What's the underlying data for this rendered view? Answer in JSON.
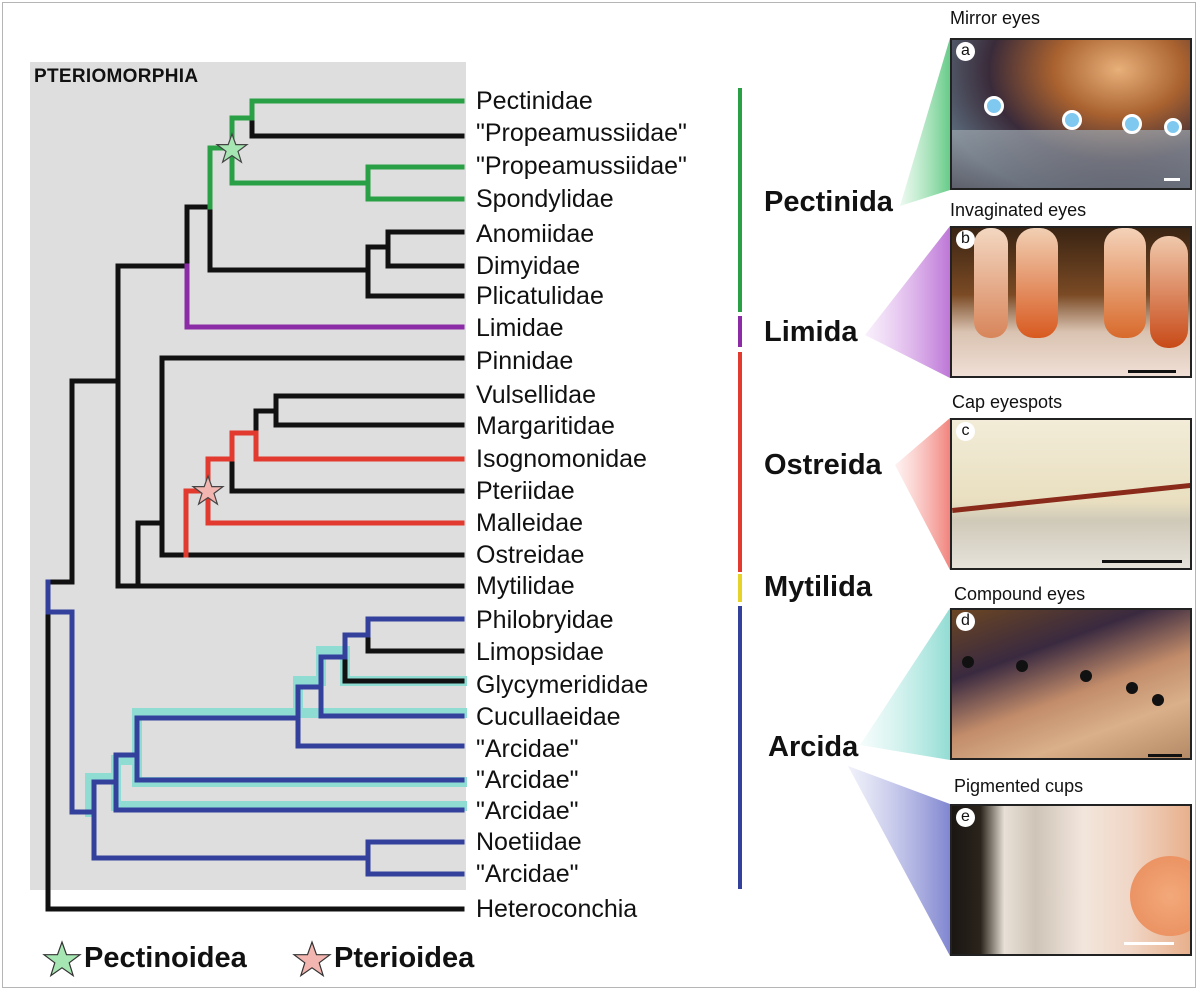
{
  "clade_title": "PTERIOMORPHIA",
  "taxa": [
    "Pectinidae",
    "\"Propeamussiidae\"",
    "\"Propeamussiidae\"",
    "Spondylidae",
    "Anomiidae",
    "Dimyidae",
    "Plicatulidae",
    "Limidae",
    "Pinnidae",
    "Vulsellidae",
    "Margaritidae",
    "Isognomonidae",
    "Pteriidae",
    "Malleidae",
    "Ostreidae",
    "Mytilidae",
    "Philobryidae",
    "Limopsidae",
    "Glycymerididae",
    "Cucullaeidae",
    "\"Arcidae\"",
    "\"Arcidae\"",
    "\"Arcidae\"",
    "Noetiidae",
    "\"Arcidae\"",
    "Heteroconchia"
  ],
  "orders": [
    {
      "name": "Pectinida",
      "color": "#2aa046"
    },
    {
      "name": "Limida",
      "color": "#8b2ca6"
    },
    {
      "name": "Ostreida",
      "color": "#e23a2e"
    },
    {
      "name": "Mytilida",
      "color": "#e6d32a"
    },
    {
      "name": "Arcida",
      "color": "#33409c"
    }
  ],
  "photos": [
    {
      "letter": "a",
      "label": "Mirror eyes"
    },
    {
      "letter": "b",
      "label": "Invaginated eyes"
    },
    {
      "letter": "c",
      "label": "Cap eyespots"
    },
    {
      "letter": "d",
      "label": "Compound eyes"
    },
    {
      "letter": "e",
      "label": "Pigmented cups"
    }
  ],
  "legend": [
    {
      "label": "Pectinoidea",
      "star_color": "#a6e6b2"
    },
    {
      "label": "Pterioidea",
      "star_color": "#f2b5b0"
    }
  ],
  "colors": {
    "black": "#111111",
    "green": "#2aa046",
    "purple": "#8b2ca6",
    "red": "#e23a2e",
    "blue": "#33409c",
    "teal": "#8fdcd3"
  }
}
